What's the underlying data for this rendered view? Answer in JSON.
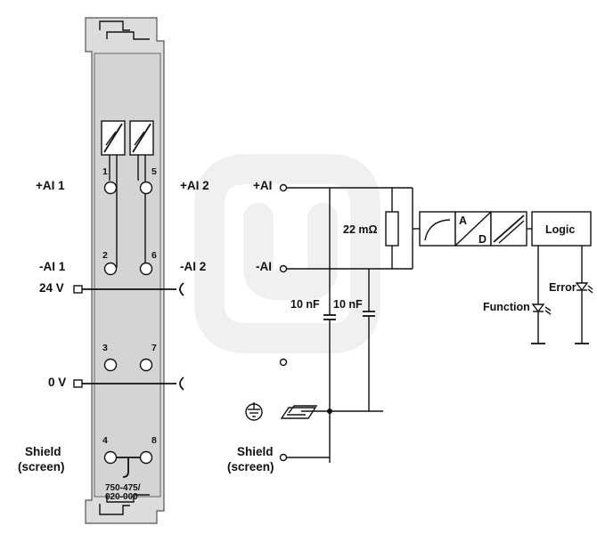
{
  "left_module": {
    "labels": {
      "ai1": "+AI 1",
      "ai2": "+AI 2",
      "mai1": "-AI 1",
      "mai2": "-AI 2",
      "v24": "24 V",
      "v0": "0 V",
      "shield": "Shield",
      "screen": "(screen)"
    },
    "terminal_numbers": [
      "1",
      "2",
      "3",
      "4",
      "5",
      "6",
      "7",
      "8"
    ],
    "part_number_line1": "750-475/",
    "part_number_line2": "020-000"
  },
  "right_circuit": {
    "labels": {
      "pos_ai": "+AI",
      "neg_ai": "-AI",
      "resistor": "22 mΩ",
      "cap1": "10 nF",
      "cap2": "10 nF",
      "adc_a": "A",
      "adc_d": "D",
      "logic": "Logic",
      "function_led": "Function",
      "error_led": "Error",
      "shield": "Shield",
      "screen": "(screen)"
    }
  },
  "icons": [
    "ground-symbol-icon",
    "din-rail-icon",
    "led-icon",
    "filter-curve-icon",
    "isolation-icon"
  ]
}
